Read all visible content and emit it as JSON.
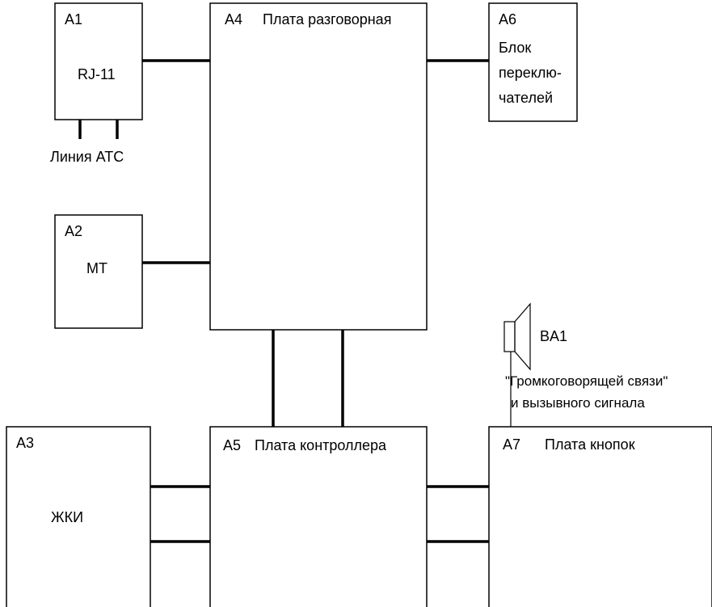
{
  "blocks": {
    "a1": {
      "id": "A1",
      "label": "RJ-11",
      "sublabel": "Линия АТС"
    },
    "a2": {
      "id": "A2",
      "label": "МТ"
    },
    "a3": {
      "id": "A3",
      "label": "ЖКИ"
    },
    "a4": {
      "id": "A4",
      "label": "Плата разговорная"
    },
    "a5": {
      "id": "A5",
      "label": "Плата контроллера"
    },
    "a6": {
      "id": "A6",
      "label_lines": [
        "Блок",
        "переклю-",
        "чателей"
      ]
    },
    "a7": {
      "id": "A7",
      "label": "Плата кнопок"
    }
  },
  "speaker": {
    "id": "BA1",
    "caption_lines": [
      "\"Громкоговорящей связи\"",
      "и вызывного сигнала"
    ]
  }
}
